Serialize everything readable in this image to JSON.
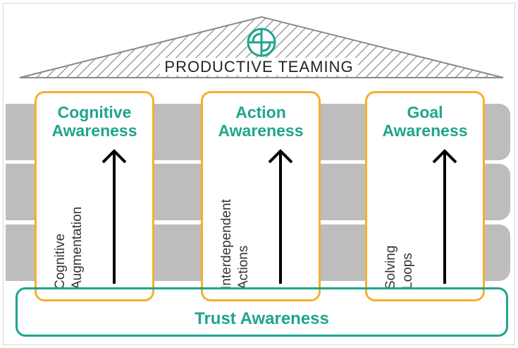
{
  "roof": {
    "title": "PRODUCTIVE TEAMING"
  },
  "pillars": [
    {
      "title_line1": "Cognitive",
      "title_line2": "Awareness",
      "label_line1": "Cognitive",
      "label_line2": "Augmentation"
    },
    {
      "title_line1": "Action",
      "title_line2": "Awareness",
      "label_line1": "Interdependent",
      "label_line2": "Actions"
    },
    {
      "title_line1": "Goal",
      "title_line2": "Awareness",
      "label_line1": "Solving",
      "label_line2": "Loops"
    }
  ],
  "foundation": {
    "label": "Trust Awareness"
  },
  "colors": {
    "teal": "#1fa58c",
    "orange": "#f4b02f",
    "band": "#bdbdbd"
  },
  "icons": [
    "logo-icon",
    "up-arrow-icon"
  ]
}
